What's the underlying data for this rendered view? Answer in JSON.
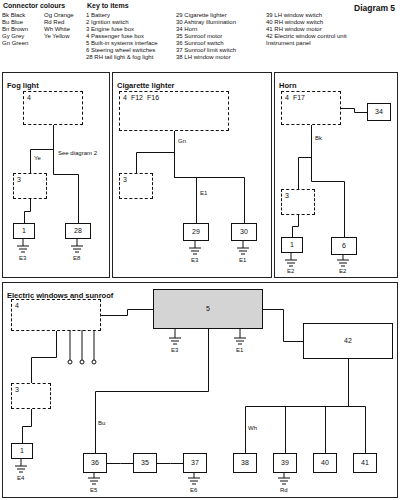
{
  "diagram": {
    "title": "Diagram 5",
    "nodes": [
      {
        "text": [
          "Fog light"
        ]
      },
      {
        "text": [
          "Cigarette lighter"
        ]
      },
      {
        "text": [
          "Horn"
        ]
      },
      {
        "text": [
          "Electric windows and sunroof"
        ]
      },
      {
        "text": [
          "4"
        ],
        "in": 0
      },
      {
        "text": [
          "3"
        ],
        "in": 0
      },
      {
        "text": [
          "1"
        ],
        "in": 0
      },
      {
        "text": [
          "28"
        ],
        "in": 0
      },
      {
        "text": [
          "4",
          "F12",
          "F16"
        ],
        "in": 1
      },
      {
        "text": [
          "3"
        ],
        "in": 1
      },
      {
        "text": [
          "29"
        ],
        "in": 1
      },
      {
        "text": [
          "30"
        ],
        "in": 1
      },
      {
        "text": [
          "4",
          "F17"
        ],
        "in": 2
      },
      {
        "text": [
          "3"
        ],
        "in": 2
      },
      {
        "text": [
          "1"
        ],
        "in": 2
      },
      {
        "text": [
          "6"
        ],
        "in": 2
      },
      {
        "text": [
          "34"
        ],
        "in": 2
      },
      {
        "text": [
          "4"
        ],
        "in": 3
      },
      {
        "text": [
          "5"
        ],
        "in": 3
      },
      {
        "text": [
          "3"
        ],
        "in": 3
      },
      {
        "text": [
          "1"
        ],
        "in": 3
      },
      {
        "text": [
          "42"
        ],
        "in": 3
      },
      {
        "text": [
          "36"
        ],
        "in": 3
      },
      {
        "text": [
          "35"
        ],
        "in": 3
      },
      {
        "text": [
          "37"
        ],
        "in": 3
      },
      {
        "text": [
          "38"
        ],
        "in": 3
      },
      {
        "text": [
          "39"
        ],
        "in": 3
      },
      {
        "text": [
          "40"
        ],
        "in": 3
      },
      {
        "text": [
          "41"
        ],
        "in": 3
      }
    ],
    "edges": [
      {
        "from": 6,
        "to": 5,
        "arrow": "none"
      },
      {
        "from": 5,
        "to": 4,
        "arrow": "none"
      },
      {
        "from": 4,
        "to": 7,
        "arrow": "none"
      },
      {
        "from": 9,
        "to": 8,
        "arrow": "none"
      },
      {
        "from": 8,
        "to": 10,
        "arrow": "none"
      },
      {
        "from": 8,
        "to": 11,
        "arrow": "none"
      },
      {
        "from": 14,
        "to": 13,
        "arrow": "none"
      },
      {
        "from": 13,
        "to": 12,
        "arrow": "none"
      },
      {
        "from": 12,
        "to": 15,
        "arrow": "none"
      },
      {
        "from": 12,
        "to": 16,
        "arrow": "none"
      },
      {
        "from": 20,
        "to": 19,
        "arrow": "none"
      },
      {
        "from": 19,
        "to": 17,
        "arrow": "none"
      },
      {
        "from": 17,
        "to": 18,
        "arrow": "none"
      },
      {
        "from": 18,
        "to": 21,
        "arrow": "none"
      },
      {
        "from": 18,
        "to": 22,
        "arrow": "none"
      },
      {
        "from": 22,
        "to": 23,
        "arrow": "none"
      },
      {
        "from": 23,
        "to": 24,
        "arrow": "none"
      },
      {
        "from": 21,
        "to": 25,
        "arrow": "none"
      },
      {
        "from": 21,
        "to": 26,
        "arrow": "none"
      },
      {
        "from": 21,
        "to": 27,
        "arrow": "none"
      },
      {
        "from": 21,
        "to": 28,
        "arrow": "none"
      }
    ],
    "labels": [
      "Connector colours",
      "Bk Black",
      "Bu Blue",
      "Bn Brown",
      "Gy Grey",
      "Gn Green",
      "Og Orange",
      "Rd Red",
      "Wh White",
      "Ye Yellow",
      "Key to items",
      "1 Battery",
      "2 Ignition switch",
      "3 Engine fuse box",
      "4 Passenger fuse box",
      "5 Built-in systems interface",
      "6 Steering wheel switches",
      "28 RH tail light & fog light",
      "29 Cigarette lighter",
      "30 Ashtray illumination",
      "34 Horn",
      "35 Sunroof motor",
      "36 Sunroof switch",
      "37 Sunroof limit switch",
      "38 LH window motor",
      "39 LH window switch",
      "40 RH window switch",
      "41 RH window motor",
      "42 Electric window control unit",
      "Instrument panel",
      "See diagram 2",
      "E1",
      "E3",
      "E8",
      "E3",
      "E1",
      "E2",
      "E2",
      "E3",
      "E1",
      "E4",
      "E5",
      "E6",
      "Rd",
      "Ye",
      "Gn",
      "Bk",
      "Bu",
      "Wh"
    ]
  }
}
